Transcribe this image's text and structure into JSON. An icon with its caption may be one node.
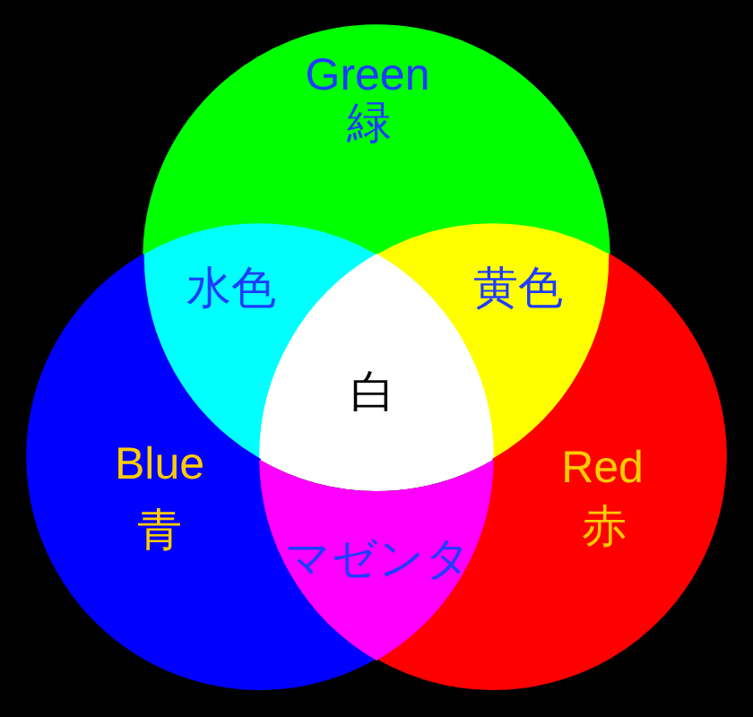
{
  "diagram": {
    "nodes": [
      {
        "text": [
          "Green",
          "緑"
        ]
      },
      {
        "text": [
          "水色"
        ]
      },
      {
        "text": [
          "黄色"
        ]
      },
      {
        "text": [
          "白"
        ]
      },
      {
        "text": [
          "Blue",
          "青"
        ]
      },
      {
        "text": [
          "Red",
          "赤"
        ]
      },
      {
        "text": [
          "マゼンタ"
        ]
      }
    ]
  }
}
